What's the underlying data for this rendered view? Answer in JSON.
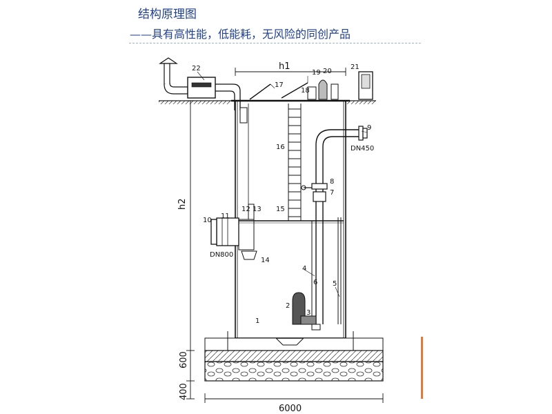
{
  "header": {
    "title": "结构原理图",
    "subtitle": "——具有高性能，低能耗，无风险的同创产品",
    "accent_color": "#1f3f8f",
    "side_accent_color": "#e07a3a"
  },
  "diagram": {
    "callouts": [
      "1",
      "2",
      "3",
      "4",
      "5",
      "6",
      "7",
      "8",
      "9",
      "10",
      "11",
      "12",
      "13",
      "14",
      "15",
      "16",
      "17",
      "18",
      "19",
      "20",
      "21",
      "22"
    ],
    "pipe_labels": {
      "outlet": "DN450",
      "inlet": "DN800"
    },
    "dimensions": {
      "width": "h1",
      "height": "h2",
      "base_width": "6000",
      "slab": "600",
      "gravel": "400"
    }
  }
}
